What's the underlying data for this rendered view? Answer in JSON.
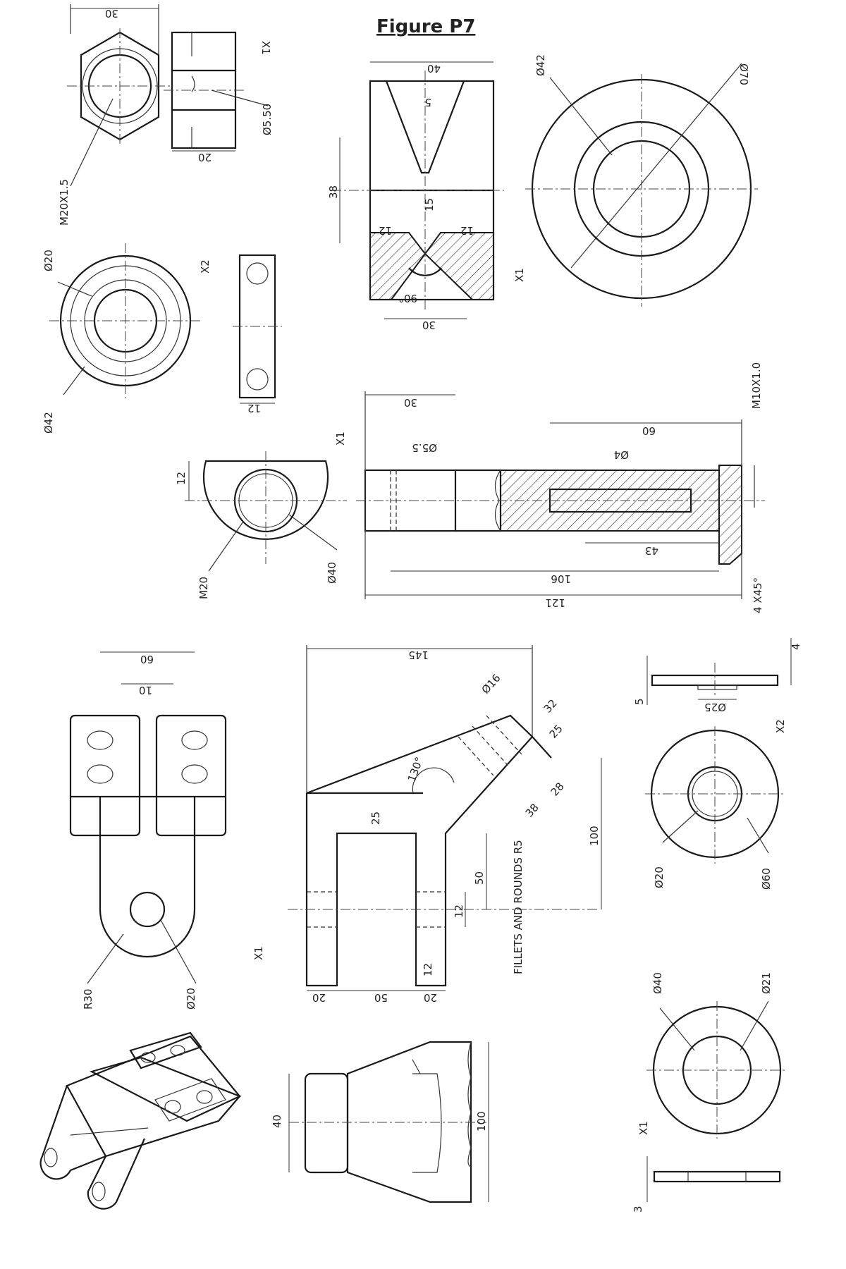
{
  "figure": {
    "title": "Figure P7",
    "note": "FILLETS AND ROUNDS R5"
  },
  "nut": {
    "qty": "X1",
    "dims": [
      "30",
      "20",
      "Ø5.50",
      "M20X1.5"
    ]
  },
  "bearing": {
    "qty": "X2",
    "dims": [
      "Ø20",
      "Ø42",
      "12"
    ]
  },
  "pulley": {
    "qty": "X1",
    "dims": [
      "40",
      "5",
      "38",
      "15",
      "12",
      "12",
      "30",
      "90°",
      "Ø42",
      "Ø70"
    ]
  },
  "shaft": {
    "qty": "X1",
    "dims": [
      "12",
      "M20",
      "Ø40",
      "30",
      "Ø5.5",
      "60",
      "Ø4",
      "M10X1.0",
      "43",
      "106",
      "121",
      "4 X45°"
    ]
  },
  "bracket": {
    "qty": "X1",
    "dims": [
      "60",
      "10",
      "R30",
      "Ø20",
      "145",
      "Ø16",
      "32",
      "25",
      "130°",
      "25",
      "28",
      "38",
      "100",
      "50",
      "12",
      "20",
      "50",
      "20",
      "12"
    ]
  },
  "washer_large": {
    "qty": "X2",
    "dims": [
      "4",
      "5",
      "Ø25",
      "Ø20",
      "Ø60"
    ]
  },
  "washer_small": {
    "qty": "X1",
    "dims": [
      "Ø40",
      "Ø21",
      "3"
    ]
  },
  "nut_side": {
    "dims": [
      "40",
      "100"
    ]
  }
}
